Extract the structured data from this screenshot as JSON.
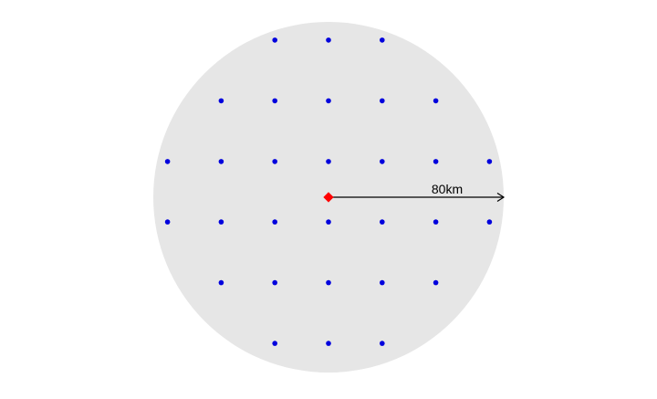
{
  "diagram": {
    "radius_label": "80km",
    "radius_km": 80,
    "colors": {
      "disk_fill": "#e6e6e6",
      "grid_point": "#0000dd",
      "center_marker": "#ff0000",
      "arrow": "#000000",
      "background": "#ffffff"
    },
    "center_marker_shape": "diamond",
    "grid_points_km": [
      [
        -24.5,
        71.7
      ],
      [
        0,
        71.7
      ],
      [
        24.5,
        71.7
      ],
      [
        -49,
        44
      ],
      [
        -24.5,
        44
      ],
      [
        0,
        44
      ],
      [
        24.5,
        44
      ],
      [
        49,
        44
      ],
      [
        -73.5,
        16.3
      ],
      [
        -49,
        16.3
      ],
      [
        -24.5,
        16.3
      ],
      [
        0,
        16.3
      ],
      [
        24.5,
        16.3
      ],
      [
        49,
        16.3
      ],
      [
        73.5,
        16.3
      ],
      [
        -73.5,
        -11.3
      ],
      [
        -49,
        -11.3
      ],
      [
        -24.5,
        -11.3
      ],
      [
        0,
        -11.3
      ],
      [
        24.5,
        -11.3
      ],
      [
        49,
        -11.3
      ],
      [
        73.5,
        -11.3
      ],
      [
        -49,
        -39
      ],
      [
        -24.5,
        -39
      ],
      [
        0,
        -39
      ],
      [
        24.5,
        -39
      ],
      [
        49,
        -39
      ],
      [
        -24.5,
        -66.7
      ],
      [
        0,
        -66.7
      ],
      [
        24.5,
        -66.7
      ]
    ]
  }
}
